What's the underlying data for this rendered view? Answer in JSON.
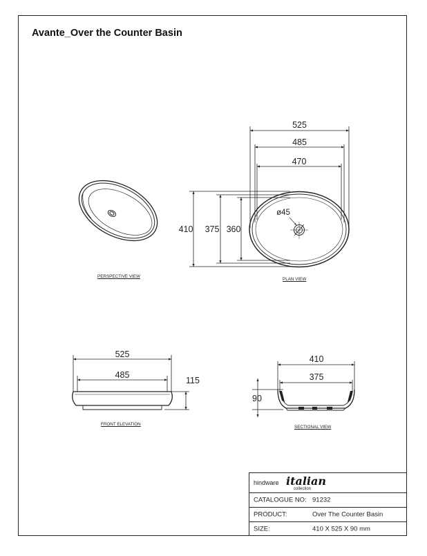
{
  "sheet": {
    "title": "Avante_Over the Counter Basin"
  },
  "views": {
    "perspective_label": "PERSPECTIVE VIEW",
    "plan_label": "PLAN VIEW",
    "front_label": "FRONT ELEVATION",
    "section_label": "SECTIONAL VIEW"
  },
  "plan_dims": {
    "w_outer": "525",
    "w_mid": "485",
    "w_inner": "470",
    "h_outer": "410",
    "h_mid": "375",
    "h_inner": "360",
    "drain": "ø45"
  },
  "front_dims": {
    "w_outer": "525",
    "w_inner": "485",
    "height": "115"
  },
  "section_dims": {
    "w_outer": "410",
    "w_inner": "375",
    "height": "90"
  },
  "title_block": {
    "brand": "hindware",
    "brand_script": "italian",
    "brand_sub": "collection",
    "rows": [
      {
        "key": "CATALOGUE NO:",
        "value": "91232"
      },
      {
        "key": "PRODUCT:",
        "value": "Over The Counter Basin"
      },
      {
        "key": "SIZE:",
        "value": "410 X 525 X 90 mm"
      }
    ]
  }
}
